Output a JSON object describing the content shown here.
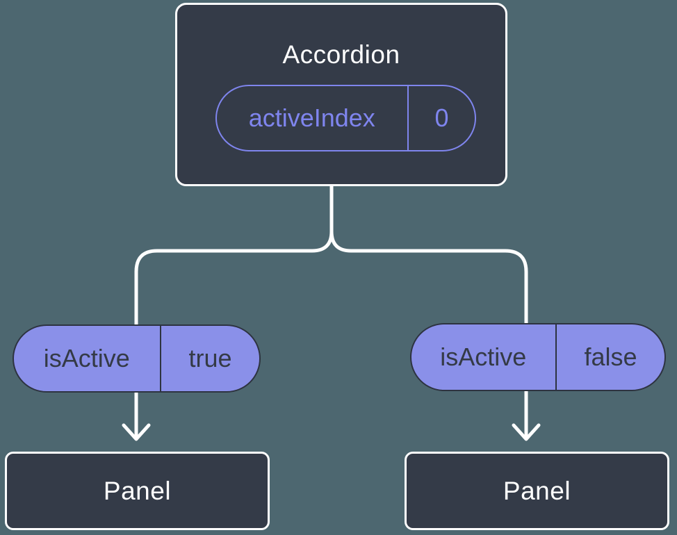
{
  "colors": {
    "background": "#4d6770",
    "node-fill": "#343b48",
    "node-border": "#ffffff",
    "pill-fill": "#8a90e9",
    "pill-border": "#2d3340",
    "pill-text": "#343a46",
    "outline-accent": "#7f85ee",
    "connector": "#ffffff",
    "title-text": "#ffffff"
  },
  "root": {
    "title": "Accordion",
    "prop": {
      "name": "activeIndex",
      "value": "0"
    }
  },
  "children": [
    {
      "prop": {
        "name": "isActive",
        "value": "true"
      },
      "label": "Panel"
    },
    {
      "prop": {
        "name": "isActive",
        "value": "false"
      },
      "label": "Panel"
    }
  ]
}
